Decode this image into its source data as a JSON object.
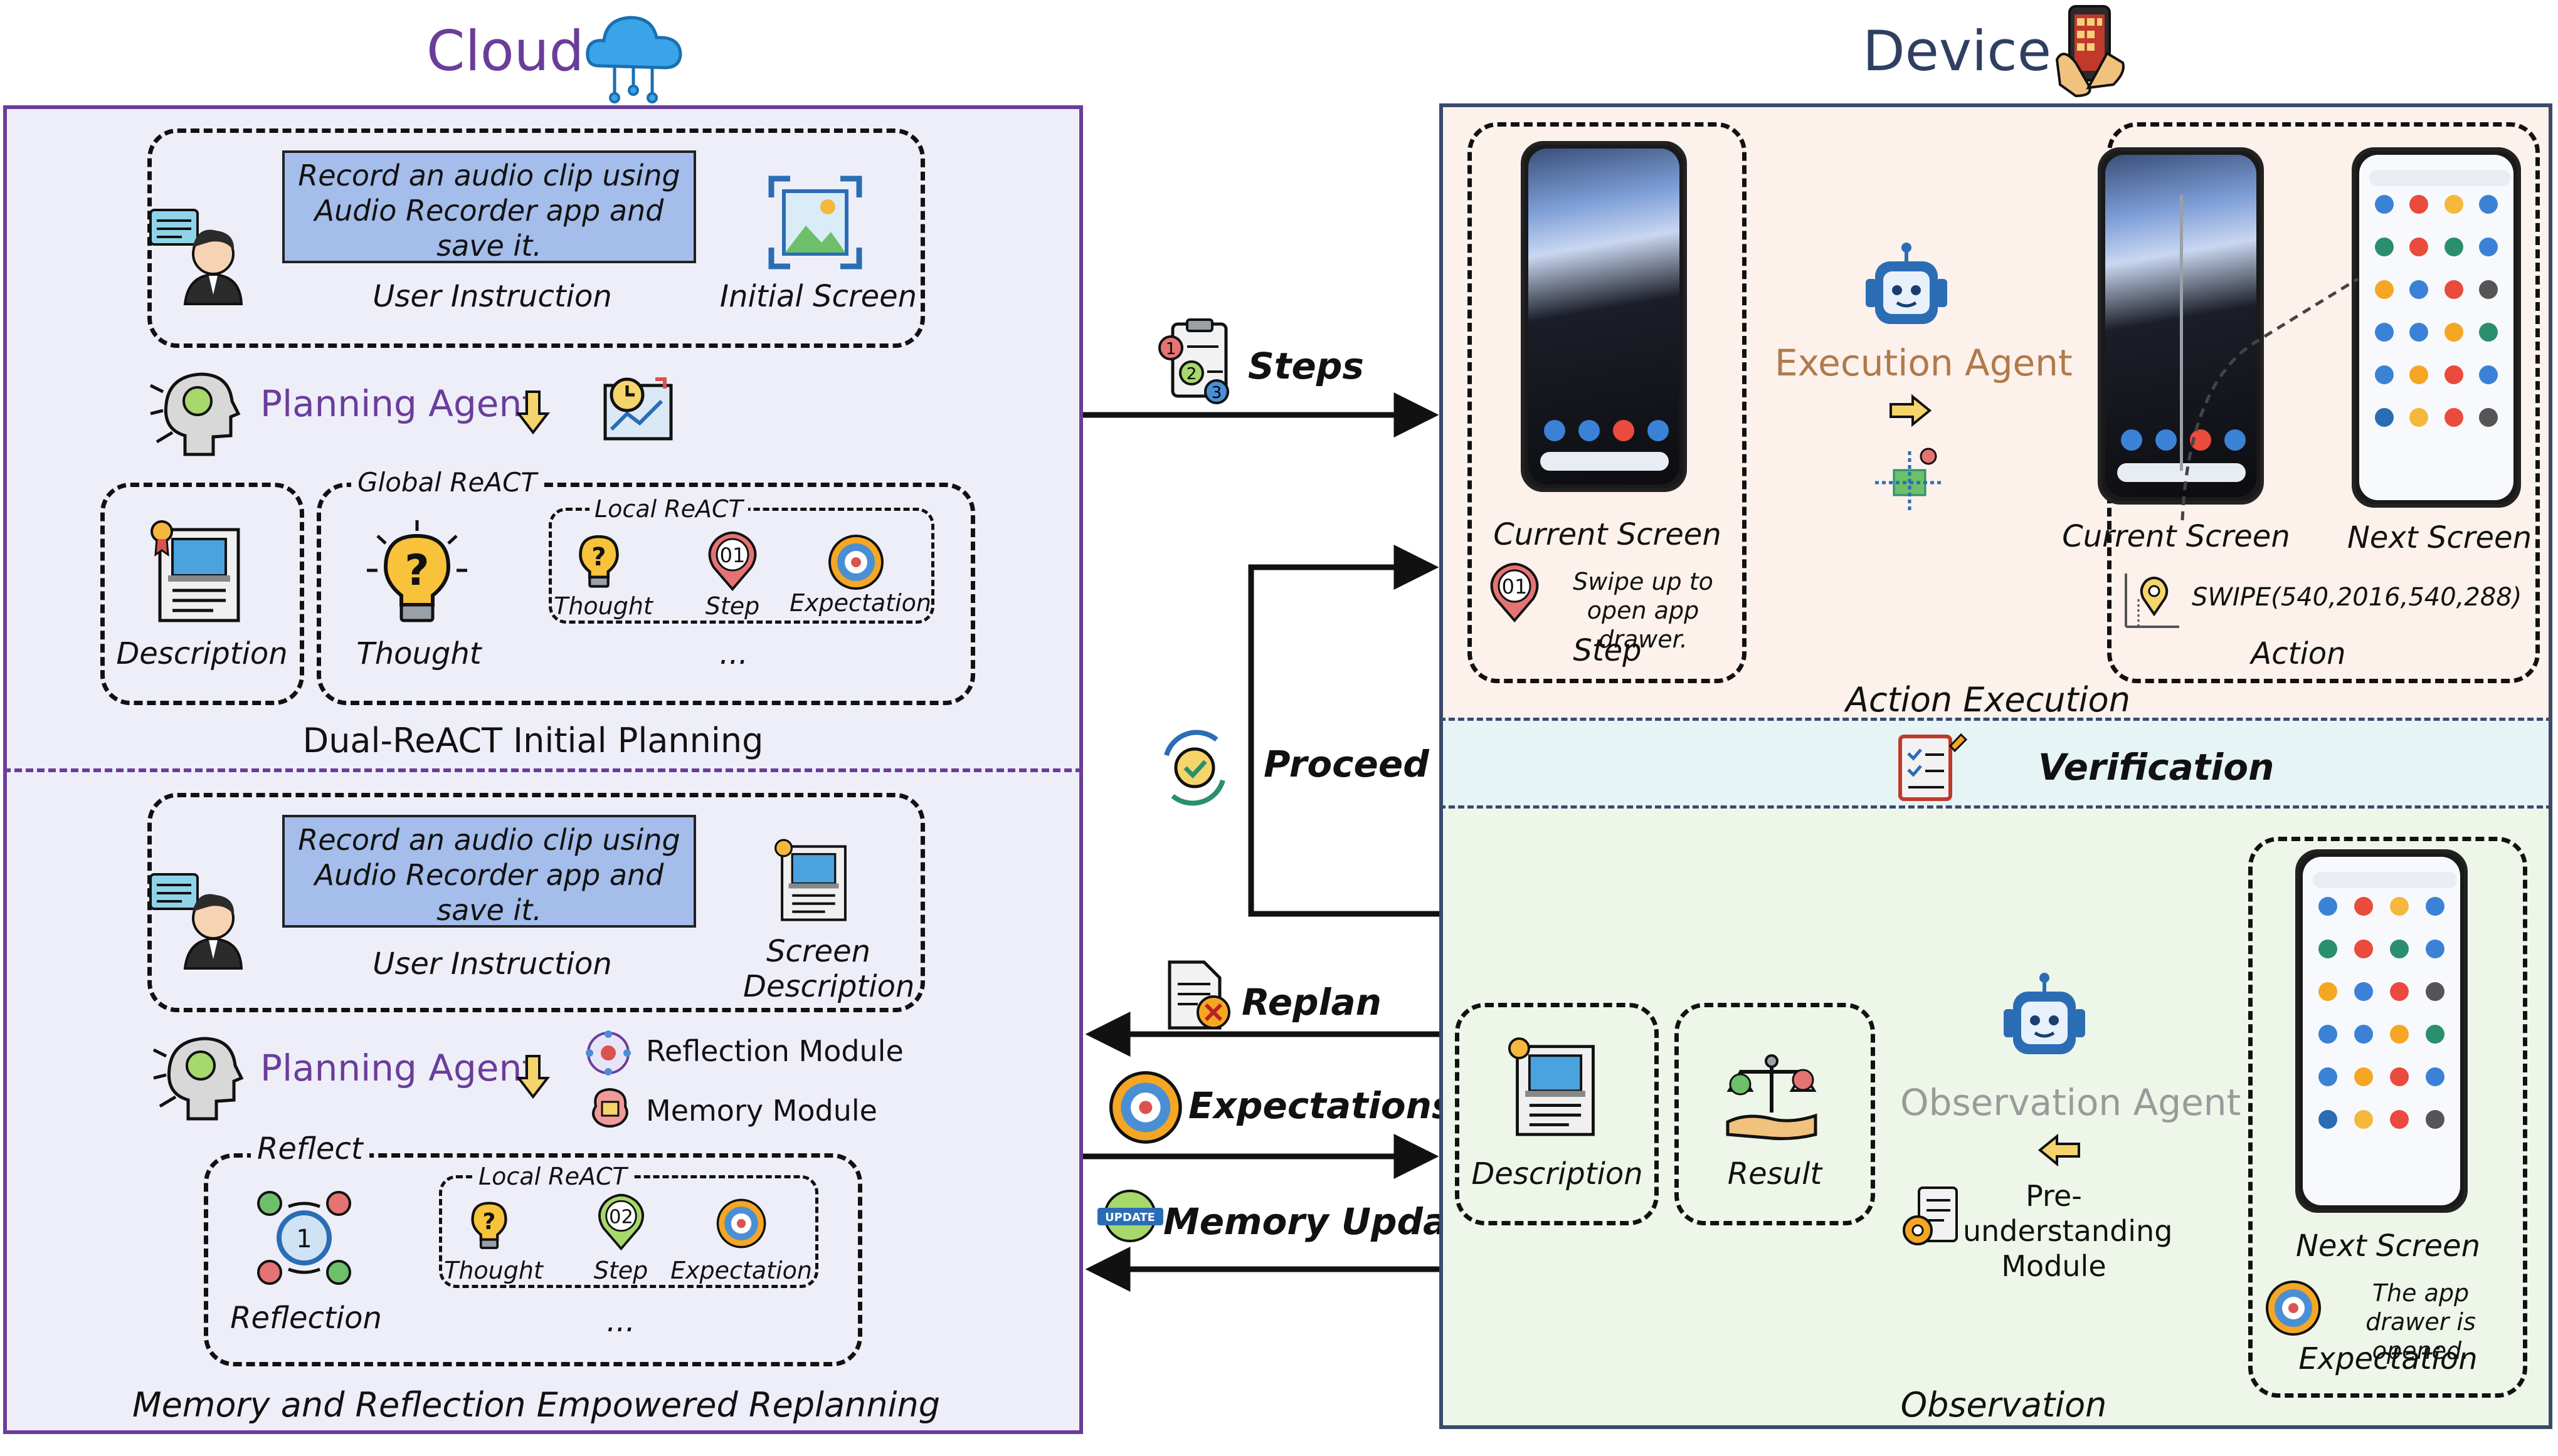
{
  "titles": {
    "cloud": "Cloud",
    "device": "Device"
  },
  "colors": {
    "cloud_border": "#6a3d9a",
    "cloud_fill": "#eeeef9",
    "device_border": "#3a4a6b",
    "exec_fill": "#fdf1ec",
    "verify_fill": "#e6f4f6",
    "obs_fill": "#eef6ea",
    "instruction_fill": "#a4bdea",
    "planning_agent": "#6a3d9a",
    "execution_agent": "#b07a4a",
    "observation_agent": "#9a9a9a"
  },
  "cloud": {
    "top": {
      "instruction": "Record an audio clip using Audio Recorder app and save it.",
      "user_instruction_label": "User Instruction",
      "initial_screen_label": "Initial Screen",
      "planning_agent": "Planning Agent",
      "global_react": "Global ReACT",
      "local_react": "Local ReACT",
      "description_label": "Description",
      "thought_label": "Thought",
      "local_items": [
        "Thought",
        "Step",
        "Expectation"
      ],
      "ellipsis": "...",
      "section_label": "Dual-ReACT Initial Planning"
    },
    "bottom": {
      "instruction": "Record an audio clip using Audio Recorder app and save it.",
      "user_instruction_label": "User Instruction",
      "screen_description_label": "Screen Description",
      "planning_agent": "Planning Agent",
      "reflection_module": "Reflection Module",
      "memory_module": "Memory Module",
      "reflect_label": "Reflect",
      "reflection_label": "Reflection",
      "local_react": "Local ReACT",
      "local_items": [
        "Thought",
        "Step",
        "Expectation"
      ],
      "step_badge": "02",
      "ellipsis": "...",
      "section_label": "Memory and Reflection Empowered Replanning"
    }
  },
  "arrows": {
    "steps": "Steps",
    "proceed": "Proceed",
    "replan": "Replan",
    "expectations": "Expectations",
    "memory_update": "Memory Update",
    "update_badge": "UPDATE"
  },
  "device": {
    "execution": {
      "current_screen": "Current Screen",
      "step_badge": "01",
      "step_text": "Swipe up to open app drawer.",
      "step_label": "Step",
      "execution_agent": "Execution Agent",
      "current_screen_2": "Current Screen",
      "next_screen": "Next Screen",
      "action_code": "SWIPE(540,2016,540,288)",
      "action_label": "Action",
      "section_label": "Action Execution"
    },
    "verification": "Verification",
    "observation": {
      "description_label": "Description",
      "result_label": "Result",
      "observation_agent": "Observation Agent",
      "pre_understanding": "Pre-understanding Module",
      "next_screen": "Next Screen",
      "expectation_text": "The app drawer is opened.",
      "expectation_label": "Expectation",
      "section_label": "Observation"
    }
  },
  "icons": [
    "cloud-icon",
    "phone-hand-icon",
    "user-avatar-icon",
    "image-frame-icon",
    "brain-head-icon",
    "down-arrow-icon",
    "clock-chart-icon",
    "document-icon",
    "lightbulb-icon",
    "step-pin-icon",
    "target-icon",
    "robot-icon",
    "right-arrow-icon",
    "crosshair-icon",
    "location-pin-icon",
    "checklist-icon",
    "gear-cycle-icon",
    "doc-x-icon",
    "scale-icon",
    "left-arrow-icon",
    "reflection-cycle-icon",
    "memory-icon",
    "pre-understanding-icon"
  ]
}
